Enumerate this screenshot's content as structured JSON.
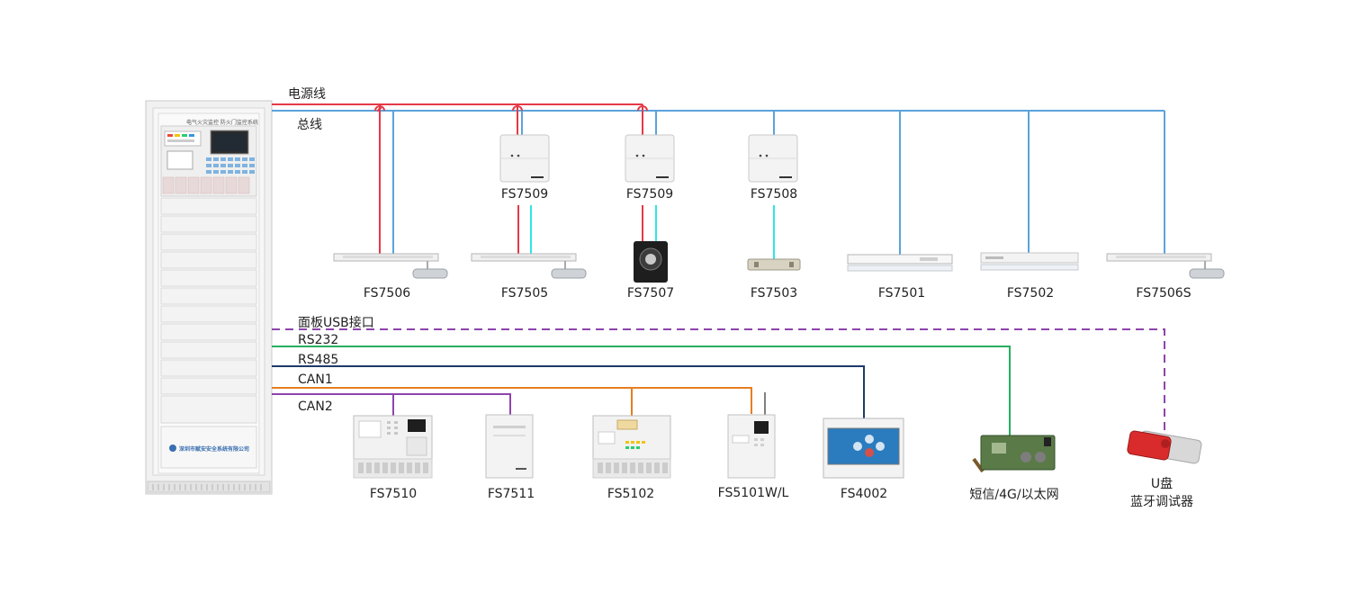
{
  "lines": {
    "power": {
      "label": "电源线",
      "color": "#e63946"
    },
    "bus": {
      "label": "总线",
      "color": "#5ba3dc"
    },
    "usb": {
      "label": "面板USB接口",
      "color": "#8e44ad"
    },
    "rs232": {
      "label": "RS232",
      "color": "#27ae60"
    },
    "rs485": {
      "label": "RS485",
      "color": "#1f3a6b"
    },
    "can1": {
      "label": "CAN1",
      "color": "#e67e22"
    },
    "can2": {
      "label": "CAN2",
      "color": "#8e44ad"
    }
  },
  "cabinet": {
    "title": "电气火灾监控 防火门监控系统",
    "company": "深圳市赋安安全系统有限公司"
  },
  "modules": [
    {
      "label": "FS7509"
    },
    {
      "label": "FS7509"
    },
    {
      "label": "FS7508"
    }
  ],
  "field_devices": [
    {
      "label": "FS7506"
    },
    {
      "label": "FS7505"
    },
    {
      "label": "FS7507"
    },
    {
      "label": "FS7503"
    },
    {
      "label": "FS7501"
    },
    {
      "label": "FS7502"
    },
    {
      "label": "FS7506S"
    }
  ],
  "bottom_devices": [
    {
      "label": "FS7510"
    },
    {
      "label": "FS7511"
    },
    {
      "label": "FS5102"
    },
    {
      "label": "FS5101W/L"
    },
    {
      "label": "FS4002"
    },
    {
      "label": "短信/4G/以太网"
    }
  ],
  "udisk": {
    "label": "U盘",
    "sublabel": "蓝牙调试器"
  }
}
